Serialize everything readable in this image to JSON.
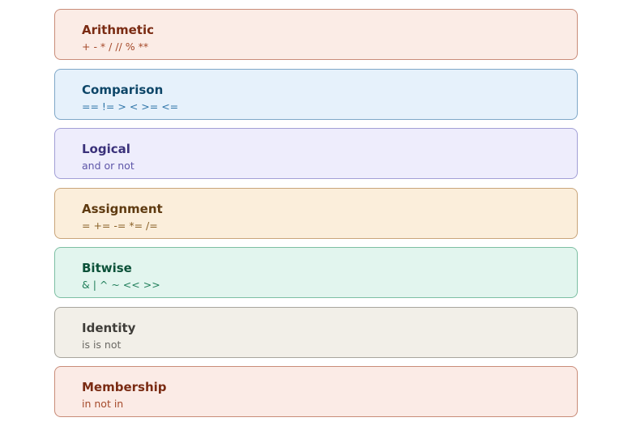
{
  "categories": [
    {
      "title": "Arithmetic",
      "operators": "+ - * / // % **",
      "bg": "#fbece6",
      "border": "#c98c79",
      "title_color": "#7a2b13",
      "ops_color": "#a54a2b"
    },
    {
      "title": "Comparison",
      "operators": "== != > < >= <=",
      "bg": "#e6f1fb",
      "border": "#7fa7c8",
      "title_color": "#0e4668",
      "ops_color": "#2f75a8"
    },
    {
      "title": "Logical",
      "operators": "and or not",
      "bg": "#eeedfc",
      "border": "#a29fd6",
      "title_color": "#3a317a",
      "ops_color": "#5d55a8"
    },
    {
      "title": "Assignment",
      "operators": "= += -= *= /=",
      "bg": "#fbeedb",
      "border": "#c9a57a",
      "title_color": "#5e3a10",
      "ops_color": "#8a6128"
    },
    {
      "title": "Bitwise",
      "operators": "& | ^ ~ << >>",
      "bg": "#e2f5ee",
      "border": "#7dbfa3",
      "title_color": "#0b5138",
      "ops_color": "#1f7e59"
    },
    {
      "title": "Identity",
      "operators": "is is not",
      "bg": "#f2efe8",
      "border": "#a8a59d",
      "title_color": "#3f3d39",
      "ops_color": "#6b6964"
    },
    {
      "title": "Membership",
      "operators": "in not in",
      "bg": "#fbebe6",
      "border": "#c98c79",
      "title_color": "#7a2b13",
      "ops_color": "#a54a2b"
    }
  ]
}
